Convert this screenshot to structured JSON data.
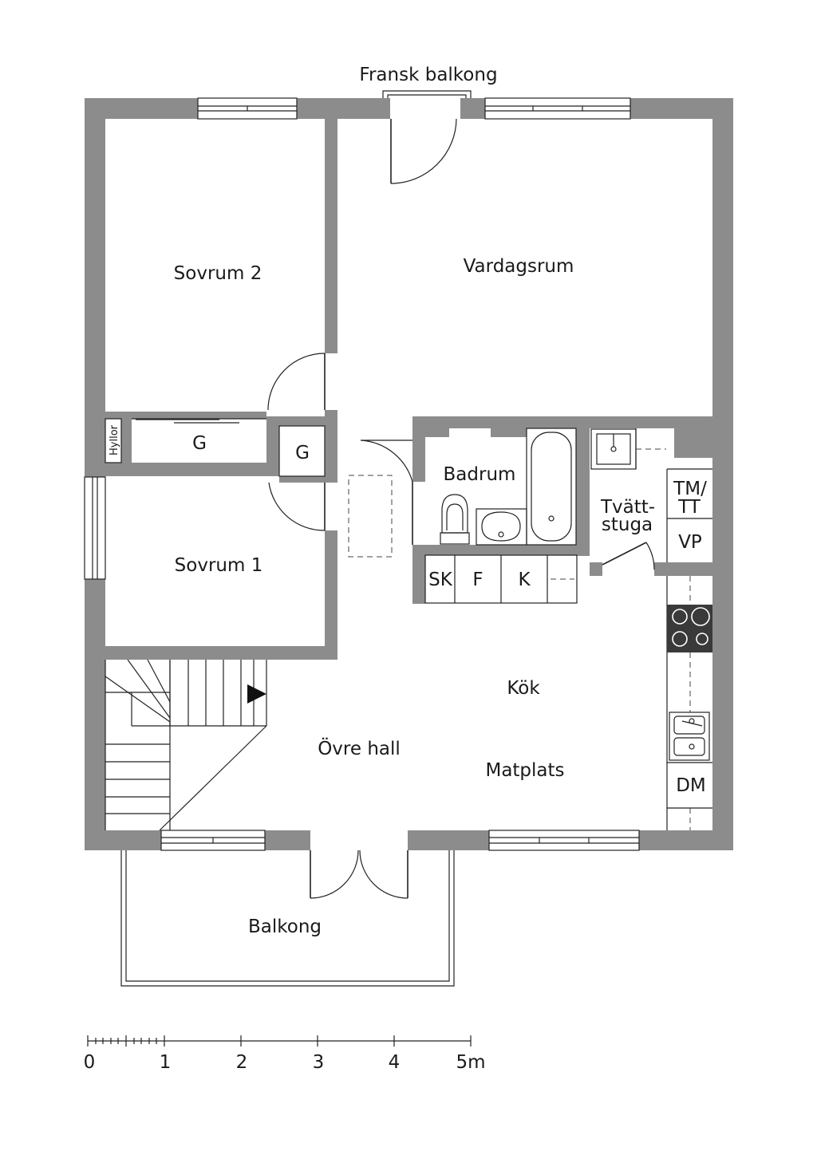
{
  "rooms": {
    "sovrum2": "Sovrum 2",
    "vardagsrum": "Vardagsrum",
    "sovrum1": "Sovrum 1",
    "badrum": "Badrum",
    "tvattstuga_1": "Tvätt-",
    "tvattstuga_2": "stuga",
    "kok": "Kök",
    "matplats": "Matplats",
    "ovre_hall": "Övre hall",
    "balkong": "Balkong",
    "fransk_balkong": "Fransk balkong"
  },
  "fixtures": {
    "hyllor": "Hyllor",
    "garderob_1": "G",
    "garderob_2": "G",
    "sk": "SK",
    "f": "F",
    "k": "K",
    "tm": "TM/",
    "tt": "TT",
    "vp": "VP",
    "dm": "DM"
  },
  "scale_bar": {
    "labels": [
      "0",
      "1",
      "2",
      "3",
      "4",
      "5m"
    ]
  }
}
